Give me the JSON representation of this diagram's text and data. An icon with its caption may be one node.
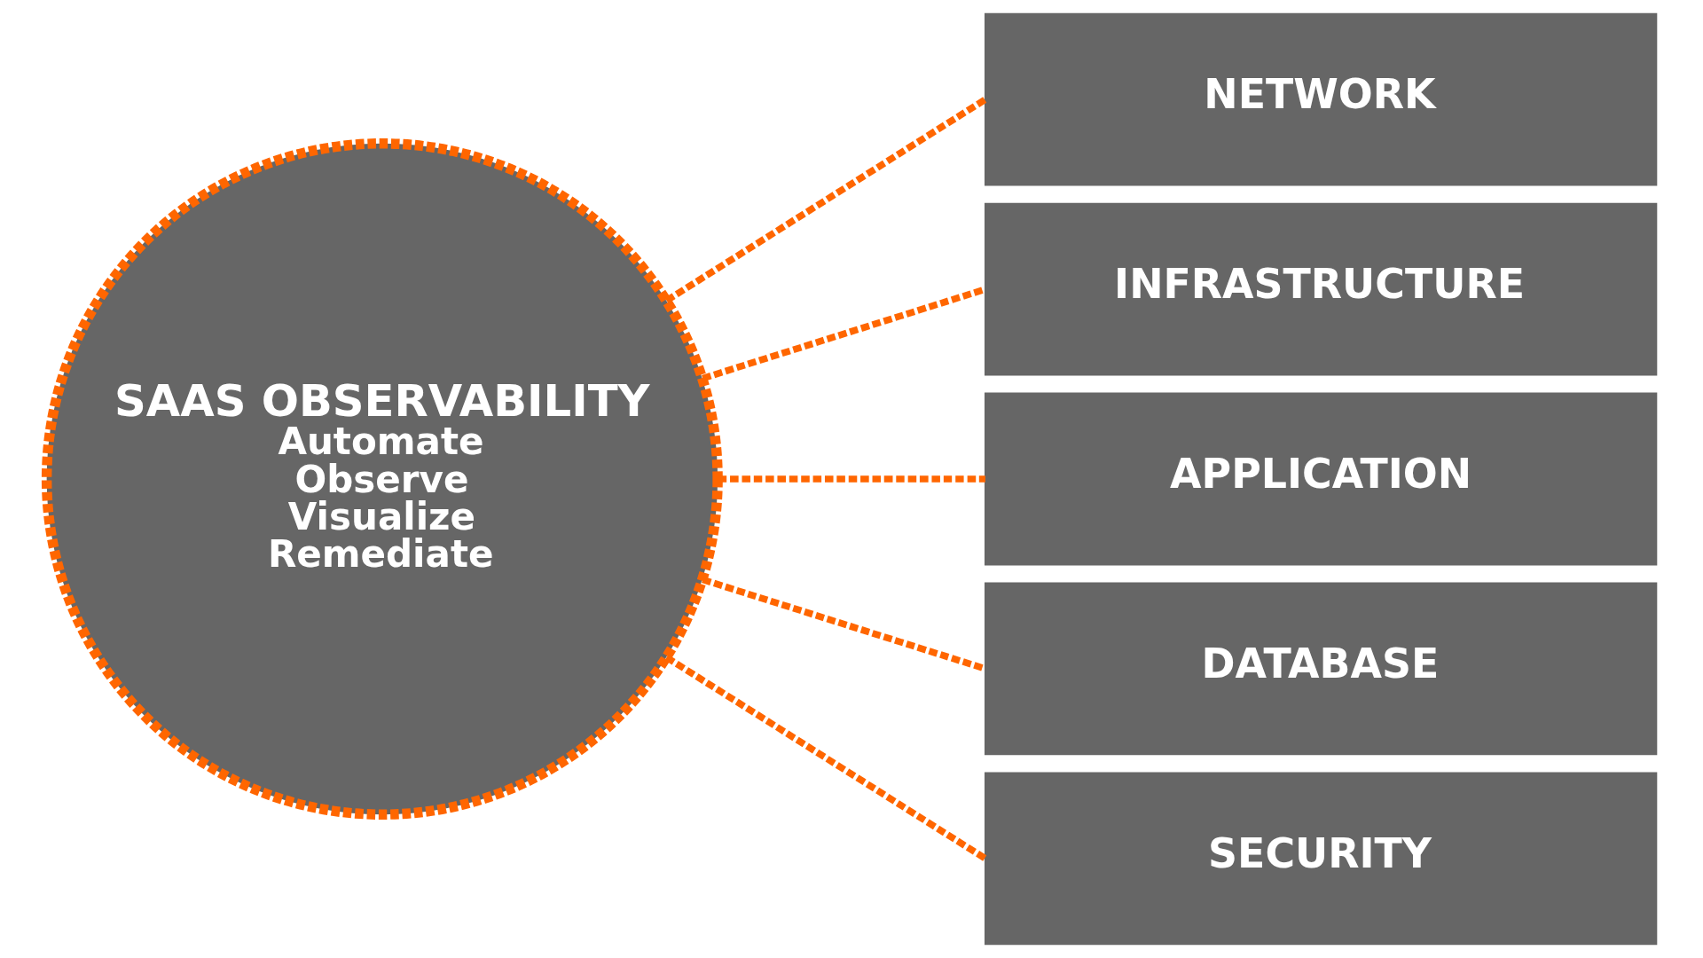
{
  "diagram": {
    "nodes": [
      {
        "text": [
          "SAAS OBSERVABILITY",
          "Automate",
          "Observe",
          "Visualize",
          "Remediate"
        ]
      },
      {
        "text": [
          "NETWORK"
        ]
      },
      {
        "text": [
          "INFRASTRUCTURE"
        ]
      },
      {
        "text": [
          "APPLICATION"
        ]
      },
      {
        "text": [
          "DATABASE"
        ]
      },
      {
        "text": [
          "SECURITY"
        ]
      }
    ],
    "edges": [
      {
        "from": 0,
        "to": 1,
        "arrow": "none",
        "style": "dashed",
        "color": "#ff6600"
      },
      {
        "from": 0,
        "to": 2,
        "arrow": "none",
        "style": "dashed",
        "color": "#ff6600"
      },
      {
        "from": 0,
        "to": 3,
        "arrow": "none",
        "style": "dashed",
        "color": "#ff6600"
      },
      {
        "from": 0,
        "to": 4,
        "arrow": "none",
        "style": "dashed",
        "color": "#ff6600"
      },
      {
        "from": 0,
        "to": 5,
        "arrow": "none",
        "style": "dashed",
        "color": "#ff6600"
      }
    ]
  }
}
